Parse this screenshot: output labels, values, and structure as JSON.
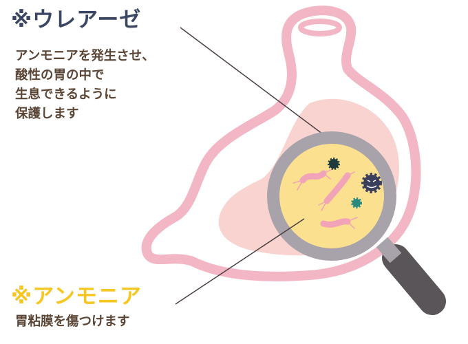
{
  "urease": {
    "title": "※ウレアーゼ",
    "lines": [
      "アンモニアを発生させ、",
      "酸性の胃の中で",
      "生息できるように",
      "保護します"
    ],
    "color": "#3b4665"
  },
  "ammonia": {
    "title": "※アンモニア",
    "lines": [
      "胃粘膜を傷つけます"
    ],
    "color": "#f6c623"
  },
  "colors": {
    "stomach_outline": "#f3b6c5",
    "stomach_inner": "#f8d3cf",
    "lens_ring": "#a8a2aa",
    "lens_fill": "#fbe08f",
    "handle": "#5a5558",
    "text": "#5b4636"
  }
}
